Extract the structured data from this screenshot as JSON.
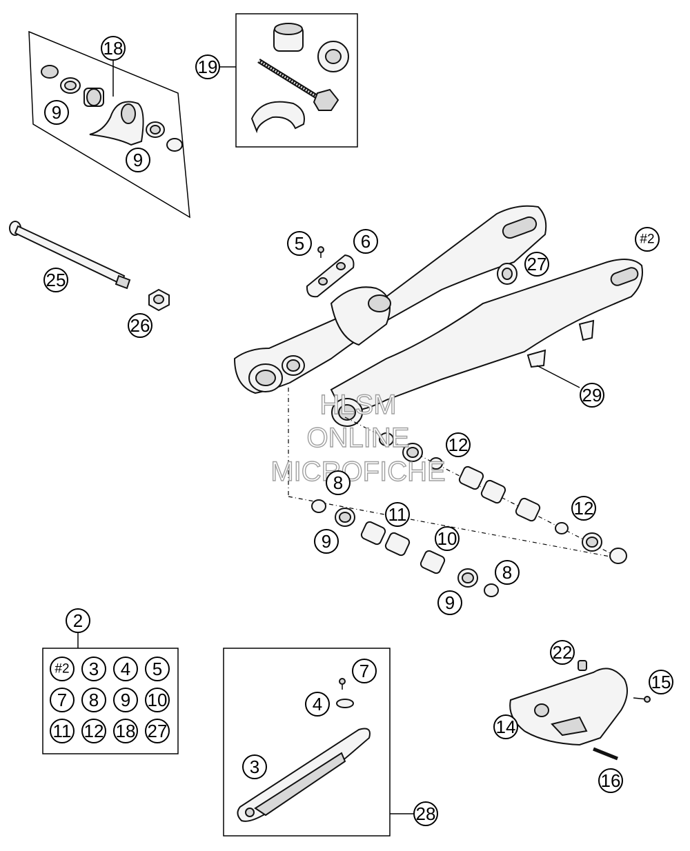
{
  "watermark": {
    "line1": "HLSM",
    "line2": "ONLINE",
    "line3": "MICROFICHE"
  },
  "callouts": {
    "c18": "18",
    "c19": "19",
    "c9a": "9",
    "c9b": "9",
    "c25": "25",
    "c26": "26",
    "c5": "5",
    "c6": "6",
    "c27": "27",
    "c2h": "#2",
    "c29": "29",
    "c12a": "12",
    "c8a": "8",
    "c11": "11",
    "c12b": "12",
    "c9c": "9",
    "c10": "10",
    "c8b": "8",
    "c9d": "9",
    "c2": "2",
    "c22": "22",
    "c7": "7",
    "c4": "4",
    "c15": "15",
    "c14": "14",
    "c3": "3",
    "c16": "16",
    "c28": "28"
  },
  "kit_grid": [
    "#2",
    "3",
    "4",
    "5",
    "7",
    "8",
    "9",
    "10",
    "11",
    "12",
    "18",
    "27"
  ]
}
